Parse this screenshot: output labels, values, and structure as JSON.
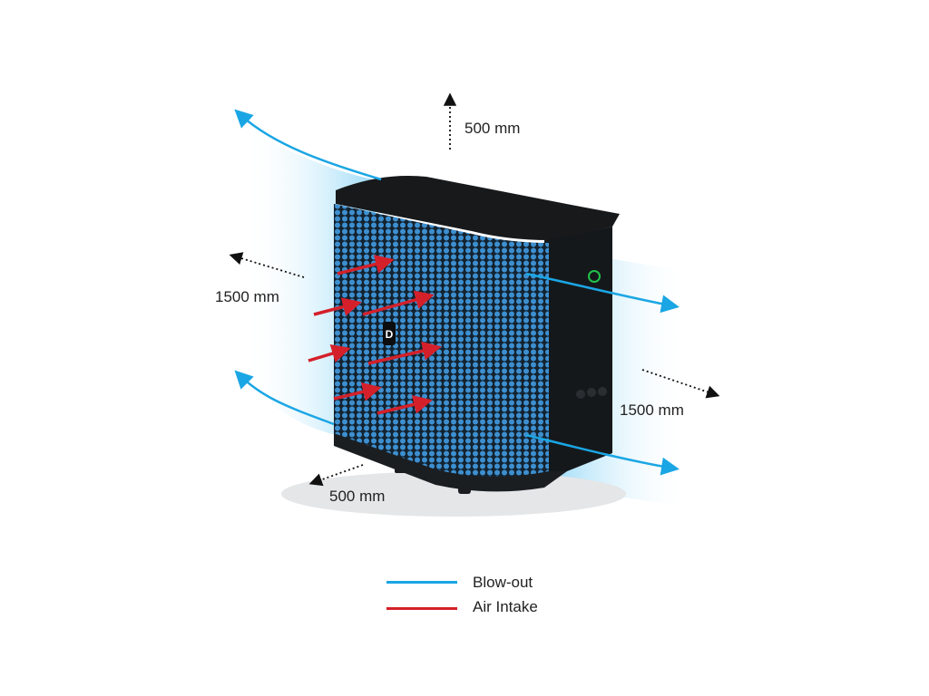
{
  "clearances": {
    "top": "500 mm",
    "left": "1500 mm",
    "right": "1500 mm",
    "front": "500 mm"
  },
  "legend": [
    {
      "label": "Blow-out",
      "color": "#1aa6e4"
    },
    {
      "label": "Air Intake",
      "color": "#d4202a"
    }
  ],
  "colors": {
    "blowout": "#1aa6e4",
    "intake": "#d4202a",
    "body": "#1c1f22",
    "mesh": "#3a8fd0",
    "indicator": "#21c24a"
  },
  "device": {
    "logo": "D"
  }
}
